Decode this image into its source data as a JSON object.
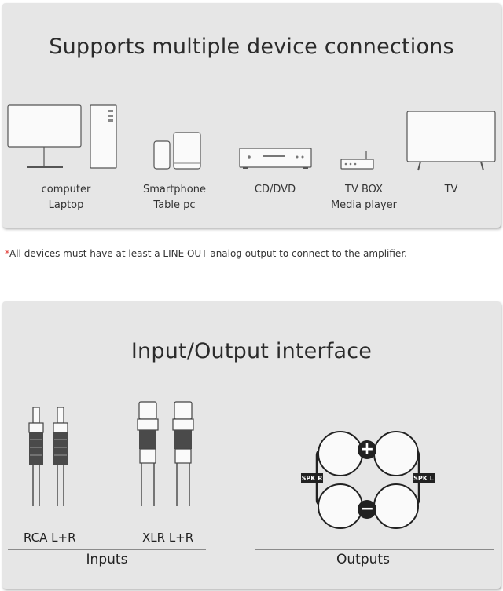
{
  "devices_section": {
    "title": "Supports multiple device connections",
    "devices": [
      {
        "line1": "computer",
        "line2": "Laptop",
        "icon": "computer-icon"
      },
      {
        "line1": "Smartphone",
        "line2": "Table pc",
        "icon": "smartphone-tablet-icon"
      },
      {
        "line1": "CD/DVD",
        "line2": "",
        "icon": "cd-dvd-player-icon"
      },
      {
        "line1": "TV BOX",
        "line2": "Media player",
        "icon": "tv-box-icon"
      },
      {
        "line1": "",
        "line2": "TV",
        "icon": "tv-icon"
      }
    ]
  },
  "note": {
    "marker": "*",
    "text": "All devices must have at least a LINE OUT analog output to connect to the amplifier."
  },
  "interface_section": {
    "title": "Input/Output interface",
    "rca_label": "RCA L+R",
    "xlr_label": "XLR L+R",
    "inputs_label": "Inputs",
    "outputs_label": "Outputs",
    "plus_symbol": "+",
    "minus_symbol": "−",
    "spk_left": "SPK R",
    "spk_right": "SPK L"
  },
  "colors": {
    "panel": "#e6e6e6",
    "note_marker": "#e0302a",
    "line": "#333333"
  }
}
